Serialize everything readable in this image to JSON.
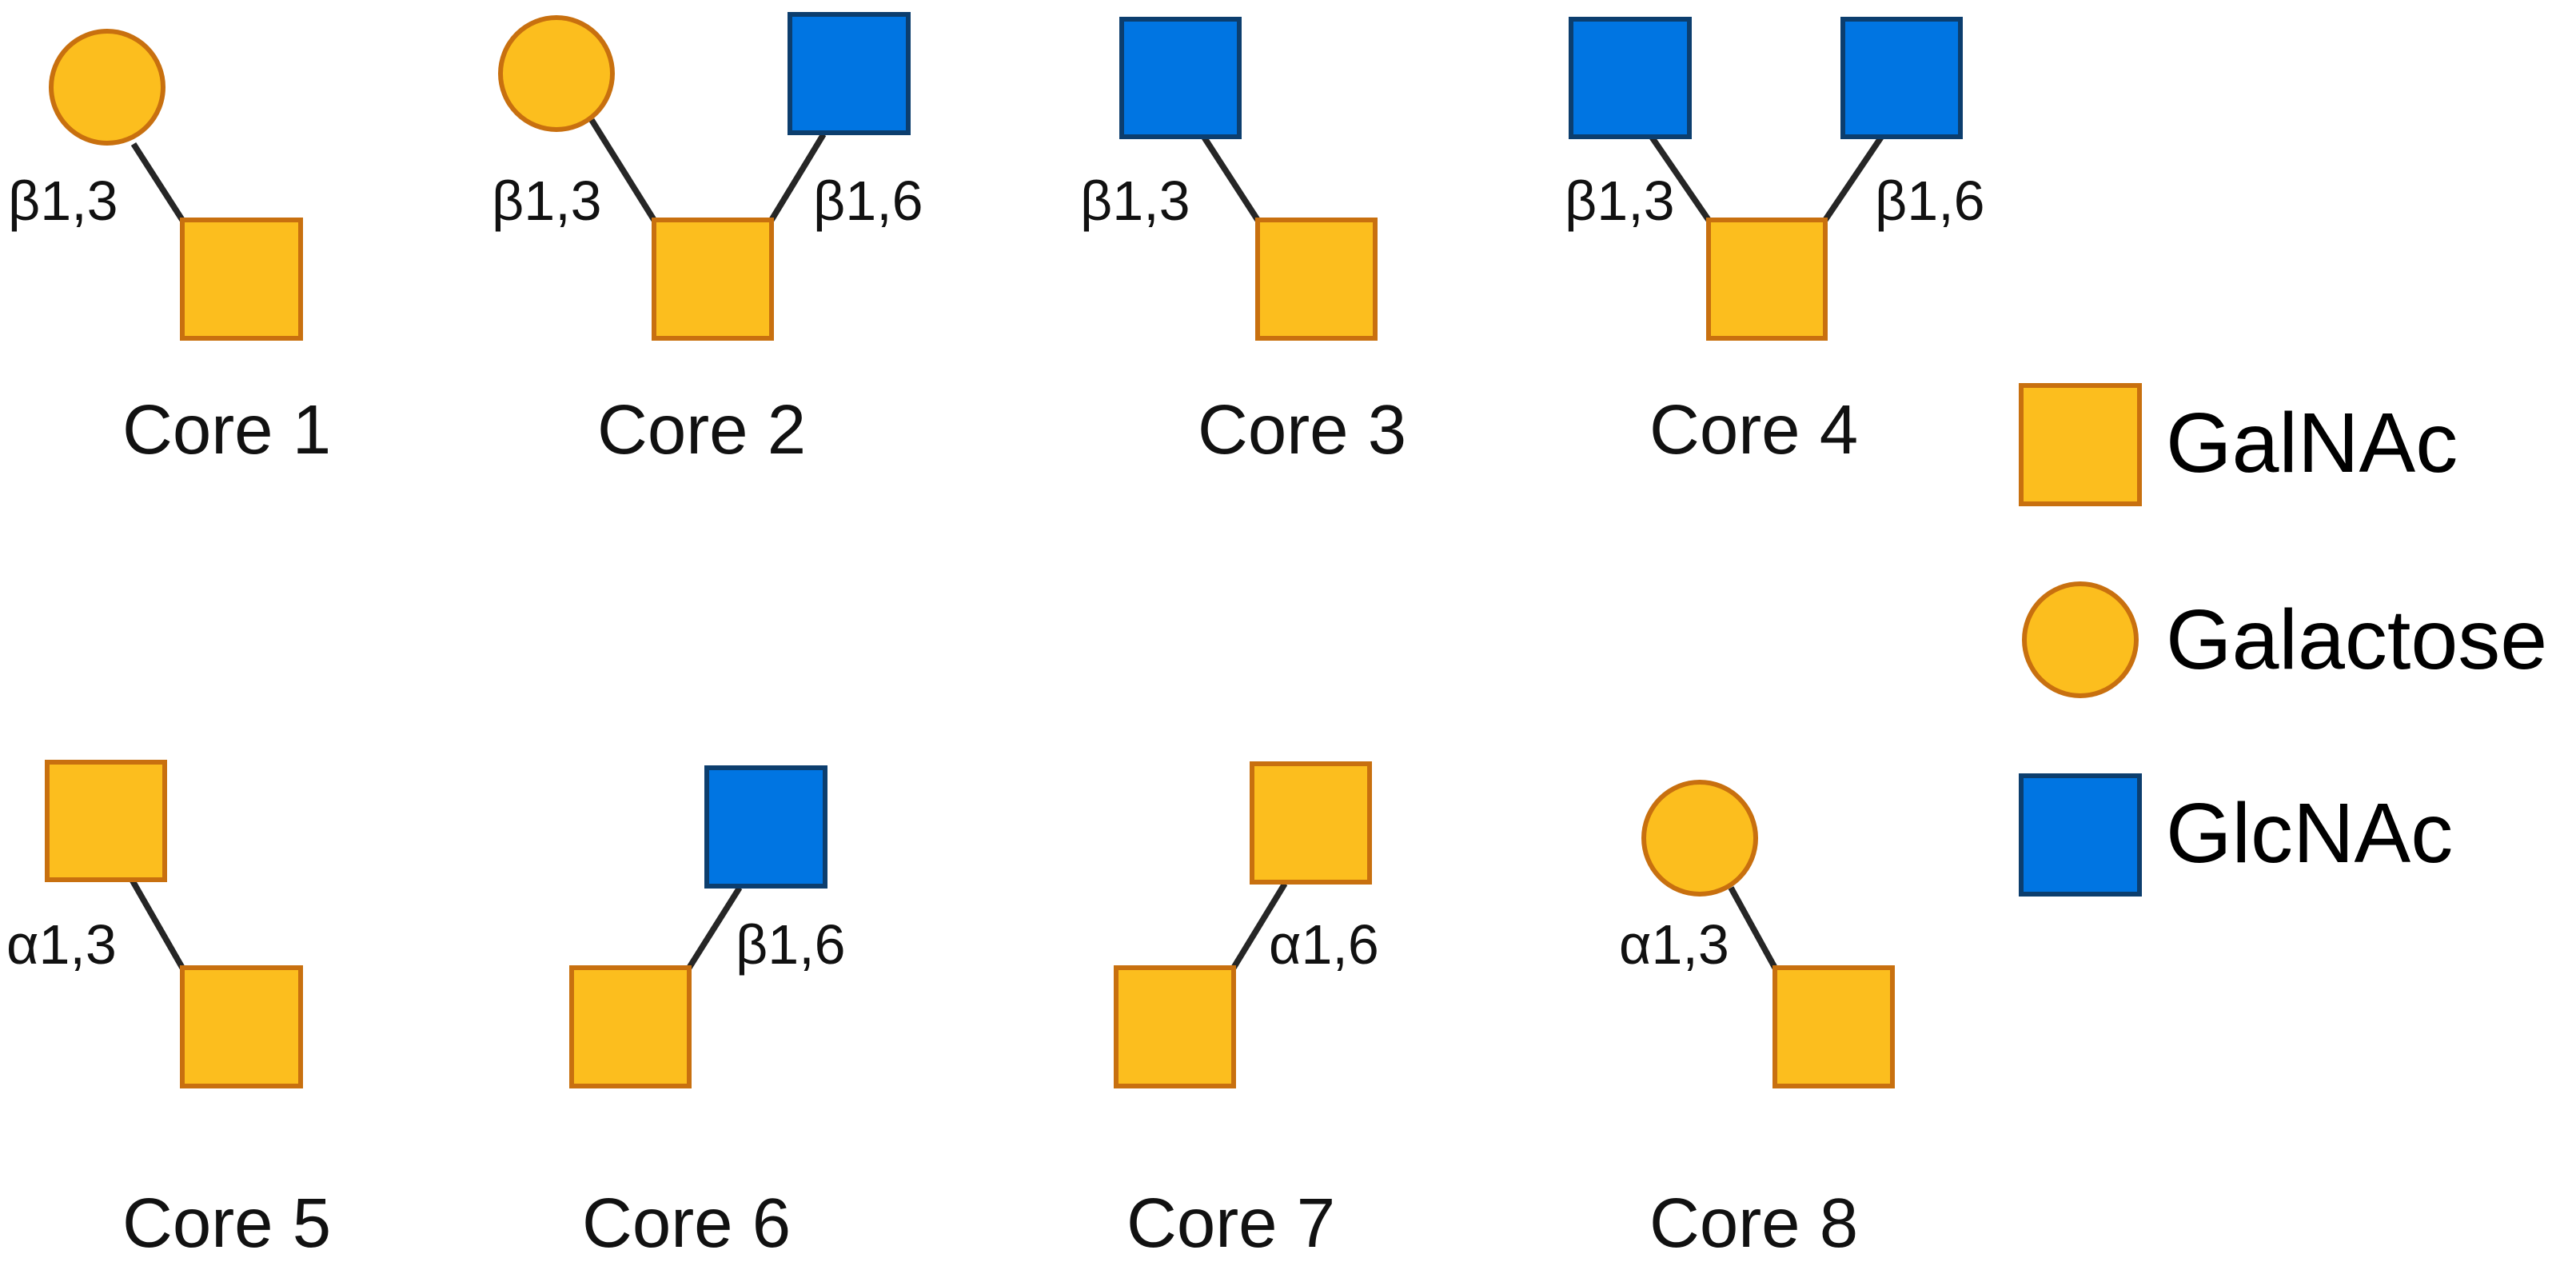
{
  "colors": {
    "galnac_fill": "#FCBE1E",
    "galnac_stroke": "#C8700F",
    "galactose_fill": "#FCBE1E",
    "galactose_stroke": "#C8700F",
    "glcnac_fill": "#0075E2",
    "glcnac_stroke": "#0C3E6E",
    "link": "#262626"
  },
  "cores": [
    {
      "label": "Core 1",
      "root": "GalNAc",
      "branches": [
        {
          "residue": "Galactose",
          "linkage": "β1,3"
        }
      ]
    },
    {
      "label": "Core 2",
      "root": "GalNAc",
      "branches": [
        {
          "residue": "Galactose",
          "linkage": "β1,3"
        },
        {
          "residue": "GlcNAc",
          "linkage": "β1,6"
        }
      ]
    },
    {
      "label": "Core 3",
      "root": "GalNAc",
      "branches": [
        {
          "residue": "GlcNAc",
          "linkage": "β1,3"
        }
      ]
    },
    {
      "label": "Core 4",
      "root": "GalNAc",
      "branches": [
        {
          "residue": "GlcNAc",
          "linkage": "β1,3"
        },
        {
          "residue": "GlcNAc",
          "linkage": "β1,6"
        }
      ]
    },
    {
      "label": "Core 5",
      "root": "GalNAc",
      "branches": [
        {
          "residue": "GalNAc",
          "linkage": "α1,3"
        }
      ]
    },
    {
      "label": "Core 6",
      "root": "GalNAc",
      "branches": [
        {
          "residue": "GlcNAc",
          "linkage": "β1,6"
        }
      ]
    },
    {
      "label": "Core 7",
      "root": "GalNAc",
      "branches": [
        {
          "residue": "GalNAc",
          "linkage": "α1,6"
        }
      ]
    },
    {
      "label": "Core 8",
      "root": "GalNAc",
      "branches": [
        {
          "residue": "Galactose",
          "linkage": "α1,3"
        }
      ]
    }
  ],
  "legend": [
    {
      "shape": "square",
      "color": "yellow",
      "label": "GalNAc"
    },
    {
      "shape": "circle",
      "color": "yellow",
      "label": "Galactose"
    },
    {
      "shape": "square",
      "color": "blue",
      "label": "GlcNAc"
    }
  ]
}
